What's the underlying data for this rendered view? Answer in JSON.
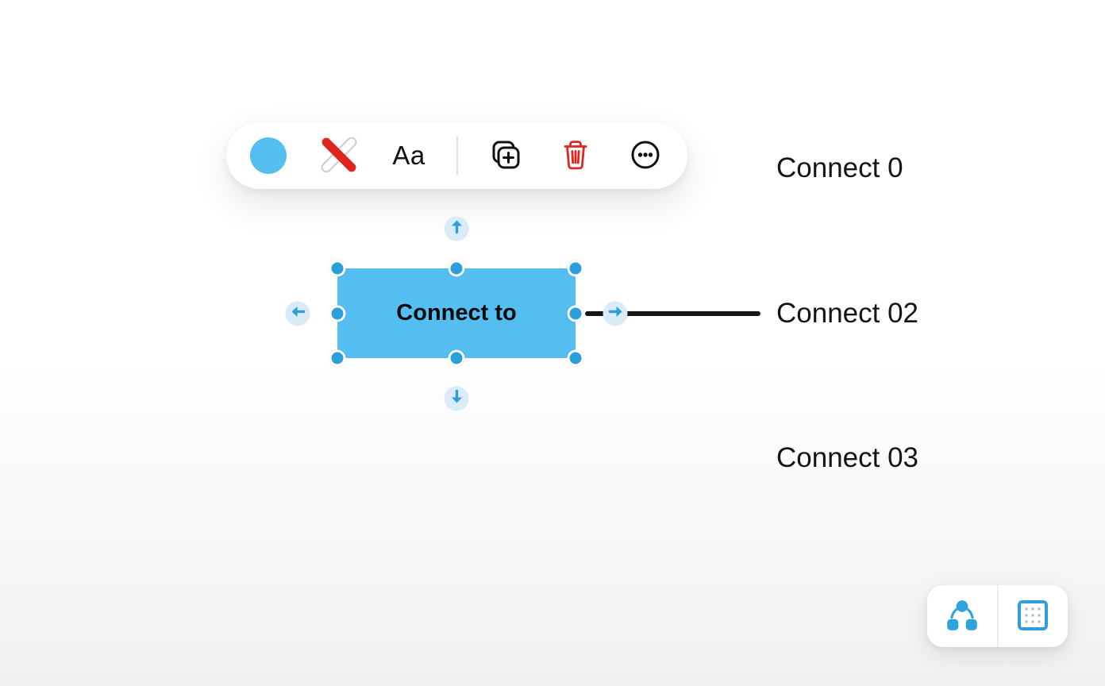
{
  "toolbar": {
    "text_style_label": "Aa",
    "fill_color": "#54BEF0",
    "icons": {
      "fill_swatch": "fill-color-swatch",
      "border_style": "no-border-slash",
      "duplicate": "duplicate-plus",
      "delete": "trash",
      "more": "ellipsis-circle"
    }
  },
  "canvas": {
    "selected_shape": {
      "label": "Connect to",
      "fill_color": "#54BEF0",
      "handle_color": "#2B9FD9"
    },
    "connector_color": "#161616",
    "labels": [
      "Connect 0",
      "Connect 02",
      "Connect 03"
    ]
  },
  "mini_toolbar": {
    "accent_color": "#2F9FD9",
    "icons": {
      "diagram": "org-chart",
      "select": "marquee-select-grid"
    }
  }
}
